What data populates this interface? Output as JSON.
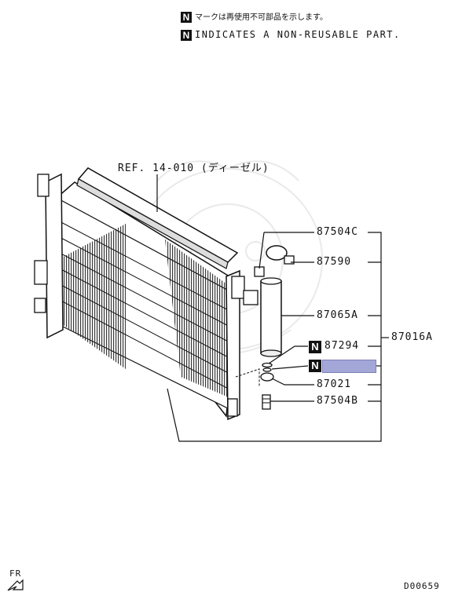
{
  "legend": {
    "badge": "N",
    "text_jp": "マークは再使用不可部品を示します。",
    "text_en": "INDICATES A NON-REUSABLE PART."
  },
  "reference": "REF. 14-010 (ディーゼル)",
  "assembly_part": "87016A",
  "parts": [
    {
      "number": "87504C"
    },
    {
      "number": "87590"
    },
    {
      "number": "87065A"
    },
    {
      "number": "87294",
      "non_reusable": true
    },
    {
      "number": "",
      "non_reusable": true,
      "highlighted": true
    },
    {
      "number": "87021"
    },
    {
      "number": "87504B"
    }
  ],
  "direction_label": "FR",
  "diagram_code": "D00659",
  "colors": {
    "highlight": "#a3a7d8",
    "ink": "#111111"
  }
}
